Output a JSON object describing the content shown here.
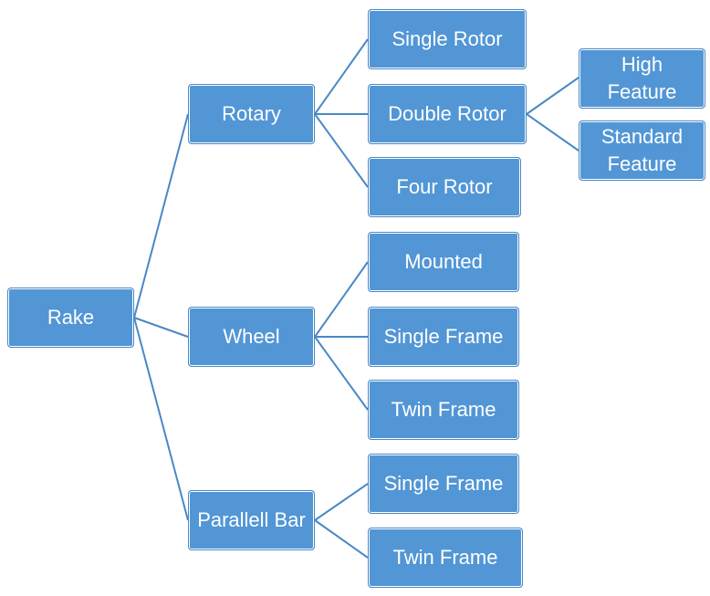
{
  "colors": {
    "node_fill": "#5296d5",
    "node_border": "#4a88c5",
    "connector": "#4a88c5",
    "text": "#ffffff"
  },
  "root": {
    "label": "Rake"
  },
  "level1": {
    "rotary": {
      "label": "Rotary"
    },
    "wheel": {
      "label": "Wheel"
    },
    "parallel_bar": {
      "label": "Parallell Bar"
    }
  },
  "level2": {
    "rotary": {
      "single_rotor": {
        "label": "Single Rotor"
      },
      "double_rotor": {
        "label": "Double Rotor"
      },
      "four_rotor": {
        "label": "Four Rotor"
      }
    },
    "wheel": {
      "mounted": {
        "label": "Mounted"
      },
      "single_frame": {
        "label": "Single Frame"
      },
      "twin_frame": {
        "label": "Twin  Frame"
      }
    },
    "parallel_bar": {
      "single_frame": {
        "label": "Single Frame"
      },
      "twin_frame": {
        "label": "Twin Frame"
      }
    }
  },
  "level3": {
    "double_rotor": {
      "high_feature": {
        "label": "High\nFeature"
      },
      "standard_feature": {
        "label": "Standard\nFeature"
      }
    }
  }
}
